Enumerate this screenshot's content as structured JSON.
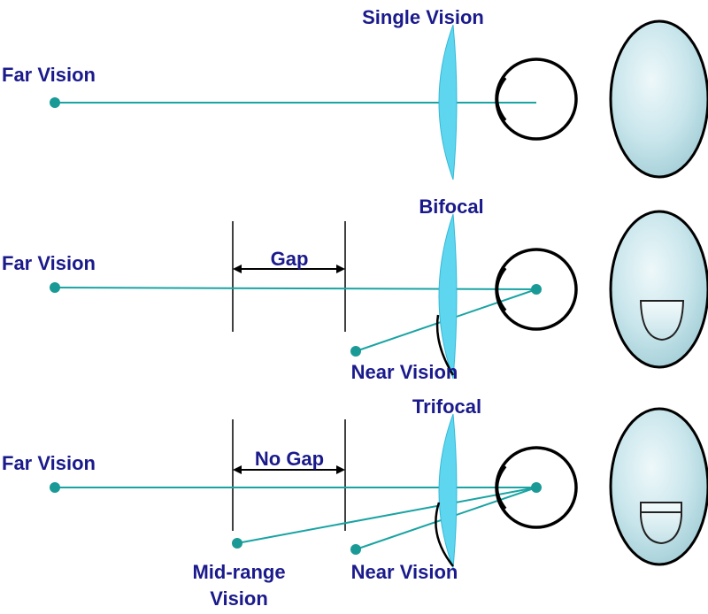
{
  "panels": [
    {
      "title": "Single Vision",
      "far_label": "Far Vision"
    },
    {
      "title": "Bifocal",
      "far_label": "Far Vision",
      "gap_label": "Gap",
      "near_label": "Near Vision"
    },
    {
      "title": "Trifocal",
      "far_label": "Far Vision",
      "gap_label": "No Gap",
      "mid_label_line1": "Mid-range",
      "mid_label_line2": "Vision",
      "near_label": "Near Vision"
    }
  ],
  "colors": {
    "ray": "#1aa3a3",
    "dot": "#1a9a96",
    "lens": "#5fd6f0",
    "label": "#1a1a8c",
    "outline": "#000000"
  },
  "icons": [
    "lens-profile-icon",
    "eye-icon",
    "lens-front-icon"
  ]
}
